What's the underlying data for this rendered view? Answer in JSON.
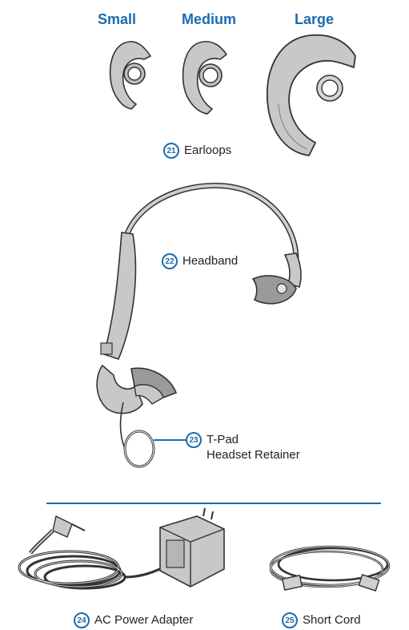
{
  "earloops": {
    "sizes": [
      "Small",
      "Medium",
      "Large"
    ],
    "number": "21",
    "label": "Earloops"
  },
  "headband": {
    "number": "22",
    "label": "Headband"
  },
  "tpad": {
    "number": "23",
    "line1": "T-Pad",
    "line2": "Headset Retainer"
  },
  "adapter": {
    "number": "24",
    "label": "AC Power Adapter"
  },
  "cord": {
    "number": "25",
    "label": "Short Cord"
  },
  "colors": {
    "accent": "#1b6cb0",
    "part_fill": "#c8c8c8",
    "outline": "#333333"
  },
  "icons": [
    "earloop-small-icon",
    "earloop-medium-icon",
    "earloop-large-icon",
    "headband-icon",
    "t-pad-icon",
    "ac-power-adapter-icon",
    "short-cord-icon"
  ]
}
